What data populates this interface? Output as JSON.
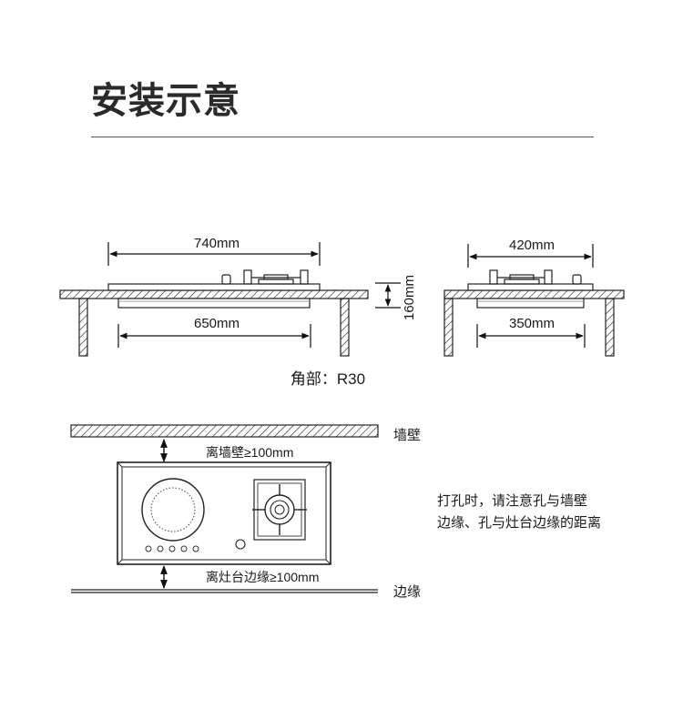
{
  "title": "安装示意",
  "side_view_left": {
    "top_width": "740mm",
    "bottom_width": "650mm",
    "height": "160mm"
  },
  "side_view_right": {
    "top_width": "420mm",
    "bottom_width": "350mm"
  },
  "corner_label": "角部：R30",
  "top_view": {
    "wall_label": "墙壁",
    "edge_label": "边缘",
    "wall_distance": "离墙壁≥100mm",
    "edge_distance": "离灶台边缘≥100mm"
  },
  "instruction": {
    "line1": "打孔时，请注意孔与墙壁",
    "line2": "边缘、孔与灶台边缘的距离"
  }
}
